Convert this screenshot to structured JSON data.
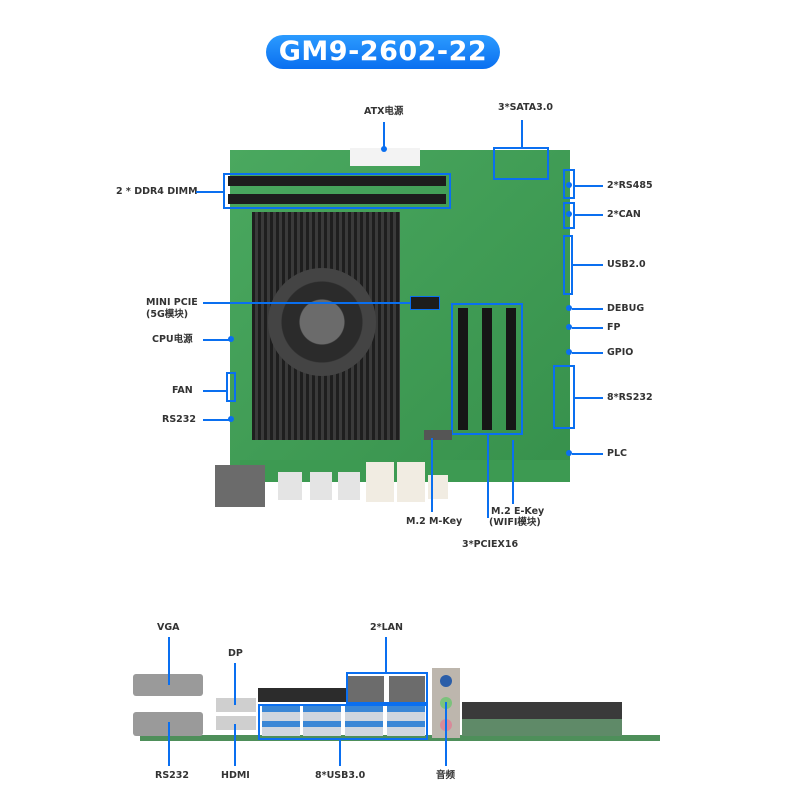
{
  "title": "GM9-2602-22",
  "top_view": {
    "labels": {
      "atx_power": "ATX电源",
      "sata": "3*SATA3.0",
      "ddr4": "2 * DDR4 DIMM",
      "rs485": "2*RS485",
      "can": "2*CAN",
      "usb20": "USB2.0",
      "mini_pcie_line1": "MINI PCIE",
      "mini_pcie_line2": "(5G模块)",
      "debug": "DEBUG",
      "cpu_power": "CPU电源",
      "fp": "FP",
      "gpio": "GPIO",
      "fan": "FAN",
      "rs232_8": "8*RS232",
      "rs232": "RS232",
      "plc": "PLC",
      "m2_mkey": "M.2 M-Key",
      "m2_ekey_line1": "M.2 E-Key",
      "m2_ekey_line2": "(WIFI模块)",
      "pciex16": "3*PCIEX16"
    }
  },
  "io_view": {
    "labels": {
      "vga": "VGA",
      "dp": "DP",
      "lan": "2*LAN",
      "rs232": "RS232",
      "hdmi": "HDMI",
      "usb30": "8*USB3.0",
      "audio": "音频"
    }
  },
  "colors": {
    "accent": "#0a6ff0",
    "pcb": "#3f9e55",
    "heatsink": "#2a2a2a",
    "label_text": "#333333"
  }
}
